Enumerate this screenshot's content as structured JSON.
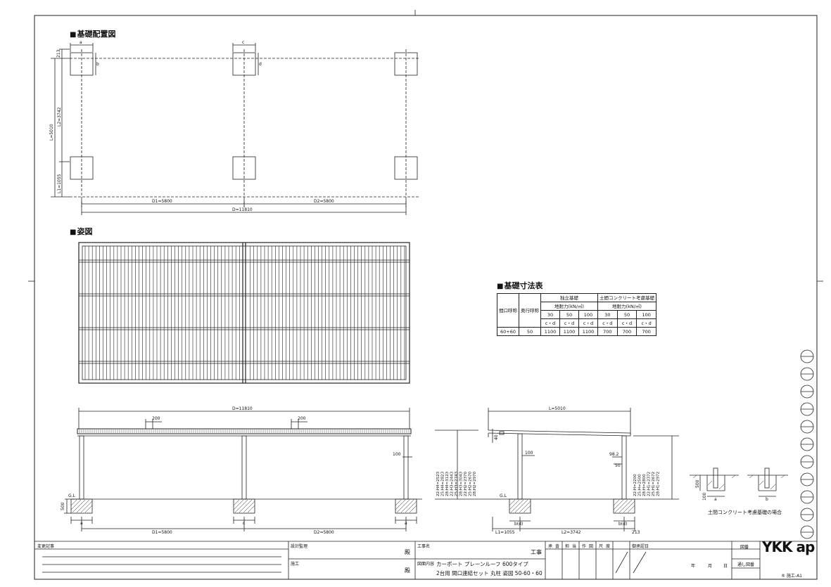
{
  "titles": {
    "foundation_layout": "基礎配置図",
    "elevation": "姿図",
    "foundation_table": "基礎寸法表"
  },
  "plan": {
    "dim_a": "a",
    "dim_c": "c",
    "dim_b": "b",
    "dim_d": "d",
    "dim_213": "213",
    "L": "L=5010",
    "L2": "L2=3742",
    "L1": "L1=1055",
    "D1": "D1=5800",
    "D2": "D2=5800",
    "D": "D=11810"
  },
  "front": {
    "D": "D=11810",
    "dim_200_left": "200",
    "dim_200_right": "200",
    "dim_100": "100",
    "dim_500": "500",
    "GL": "G.L",
    "a_left": "a",
    "c_mid": "c",
    "a_right": "a",
    "D1": "D1=5800",
    "D2": "D2=5800",
    "heights_left": [
      "22:H4=2523",
      "25:H4=2823",
      "28:H4=3123",
      "22:H3=2443",
      "25:H3=2743",
      "28:H3=3043",
      "22:H2=2370",
      "25:H2=2670",
      "28:H2=2970"
    ]
  },
  "side": {
    "L": "L=5010",
    "dim_40": "40",
    "dim_100": "100",
    "dim_98": "98.2",
    "dim_50": "50",
    "GL": "G.L",
    "L1": "L1=1055",
    "L2": "L2=3742",
    "bd_left": "b(d)",
    "bd_right": "b(d)",
    "dim_213": "213",
    "heights_right": [
      "22:H=2200",
      "25:H=2500",
      "28:H=2800",
      "22:H1=2372",
      "25:H1=2672",
      "28:H1=2972"
    ]
  },
  "details": {
    "dim_500": "500",
    "dim_100": "100",
    "a": "a",
    "b": "b",
    "caption": "土間コンクリート考慮基礎の場合"
  },
  "table": {
    "col_width": "間口呼称",
    "col_depth": "奥行呼称",
    "grp_independent": "独立基礎",
    "grp_slab": "土間コンクリート考慮基礎",
    "bearing": "地耐力(kN/㎡)",
    "loads": [
      "30",
      "50",
      "100",
      "30",
      "50",
      "100"
    ],
    "cd": [
      "c・d",
      "c・d",
      "c・d",
      "c・d",
      "c・d",
      "c・d"
    ],
    "row_width": "60+60",
    "row_depth": "50",
    "row_values": [
      "1100",
      "1100",
      "1100",
      "700",
      "700",
      "700"
    ]
  },
  "title_block": {
    "change_log": "変更記事",
    "design_supervision": "設計監理",
    "dono1": "殿",
    "construction": "施工",
    "dono2": "殿",
    "project_name_label": "工事名",
    "koji": "工事",
    "drawing_content_label": "図面内容",
    "content_line1": "カーポート プレーンルーフ 600タイプ",
    "content_line2": "2台用 間口連結セット 丸柱 姿図 50-60・60",
    "stamps": [
      "承",
      "査",
      "担",
      "当",
      "作",
      "図",
      "尺",
      "度"
    ],
    "approval_date": "御承認日",
    "year": "年",
    "month": "月",
    "day": "日",
    "drawing_no": "図番",
    "serial_no": "通し図番",
    "logo": "YKK ap",
    "sheet_code": "® 施工-A1"
  }
}
